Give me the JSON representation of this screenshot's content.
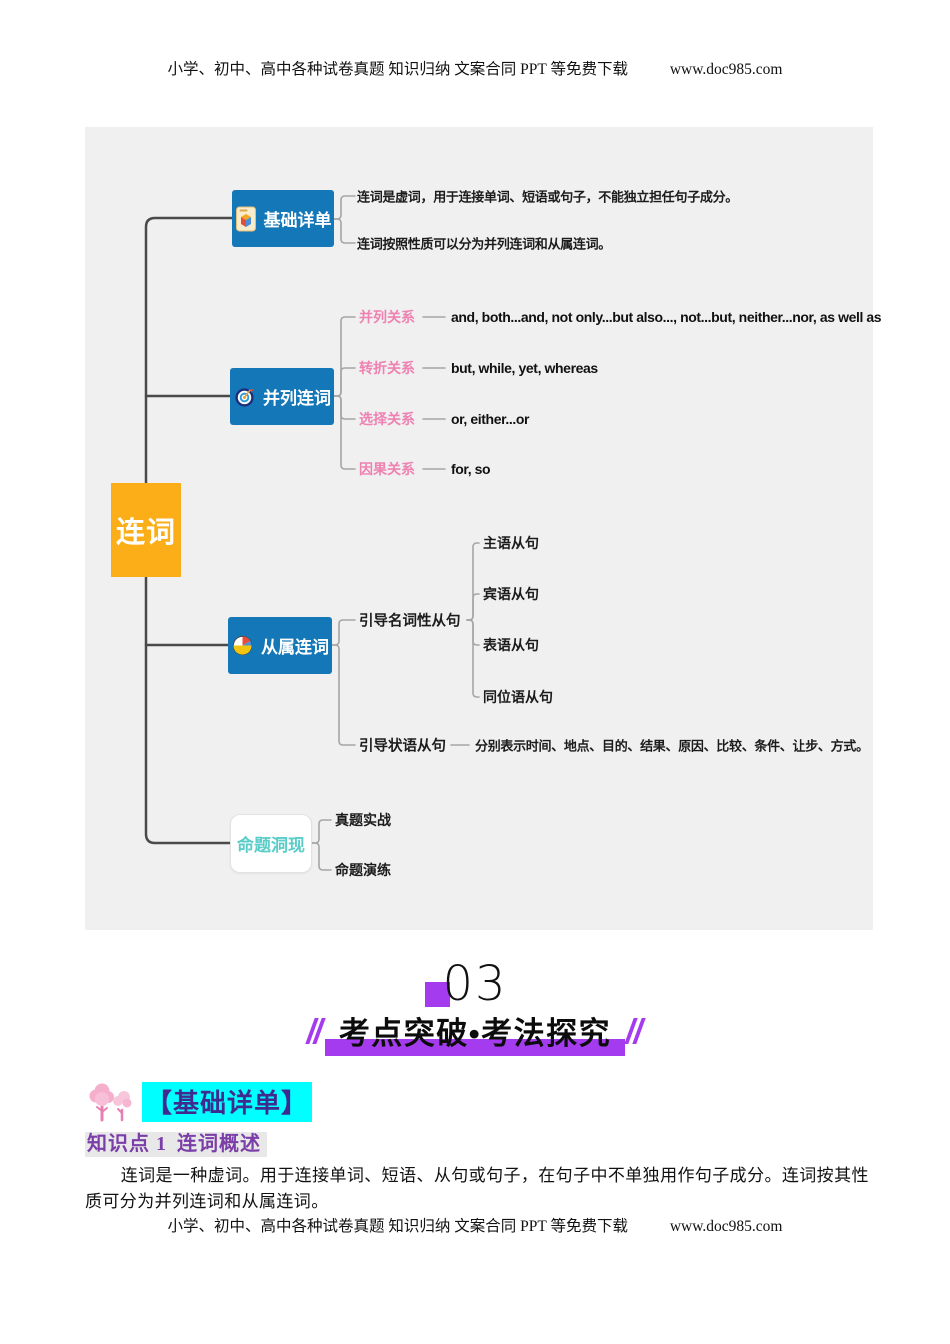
{
  "header": {
    "text": "小学、初中、高中各种试卷真题  知识归纳  文案合同  PPT 等免费下载",
    "url": "www.doc985.com"
  },
  "footer": {
    "text": "小学、初中、高中各种试卷真题  知识归纳  文案合同  PPT 等免费下载",
    "url": "www.doc985.com"
  },
  "mindmap": {
    "root": "连词",
    "basics": {
      "label": "基础详单",
      "icon": "card-cube-icon",
      "items": [
        "连词是虚词，用于连接单词、短语或句子，不能独立担任句子成分。",
        "连词按照性质可以分为并列连词和从属连词。"
      ]
    },
    "coordinating": {
      "label": "并列连词",
      "icon": "target-icon",
      "relations": [
        {
          "name": "并列关系",
          "words": "and, both...and, not only...but also..., not...but, neither...nor, as well as"
        },
        {
          "name": "转折关系",
          "words": "but, while, yet, whereas"
        },
        {
          "name": "选择关系",
          "words": "or, either...or"
        },
        {
          "name": "因果关系",
          "words": "for, so"
        }
      ]
    },
    "subordinating": {
      "label": "从属连词",
      "icon": "pie-chart-icon",
      "noun_clause": {
        "label": "引导名词性从句",
        "items": [
          "主语从句",
          "宾语从句",
          "表语从句",
          "同位语从句"
        ]
      },
      "adverbial_clause": {
        "label": "引导状语从句",
        "desc": "分别表示时间、地点、目的、结果、原因、比较、条件、让步、方式。"
      }
    },
    "topics": {
      "label": "命题洞现",
      "items": [
        "真题实战",
        "命题演练"
      ]
    }
  },
  "section": {
    "number": "03",
    "title": "考点突破•考法探究"
  },
  "basics_heading": {
    "label": "【基础详单】",
    "icon": "pink-trees-icon"
  },
  "knowledge_point": {
    "label": "知识点 1",
    "title": "连词概述"
  },
  "paragraph": {
    "text": "连词是一种虚词。用于连接单词、短语、从句或句子，在句子中不单独用作句子成分。连词按其性质可分为并列连词和从属连词。"
  },
  "colors": {
    "panel_bg": "#F0F0F0",
    "node_blue": "#1477B8",
    "root_yellow": "#FBAE17",
    "relation_pink": "#EE82B2",
    "topic_teal": "#5BCDC8",
    "accent_purple": "#A43BEF",
    "heading_highlight": "#00FFFF",
    "heading_text": "#3F2B8F",
    "knowledge_point_purple": "#7B3EA8"
  }
}
